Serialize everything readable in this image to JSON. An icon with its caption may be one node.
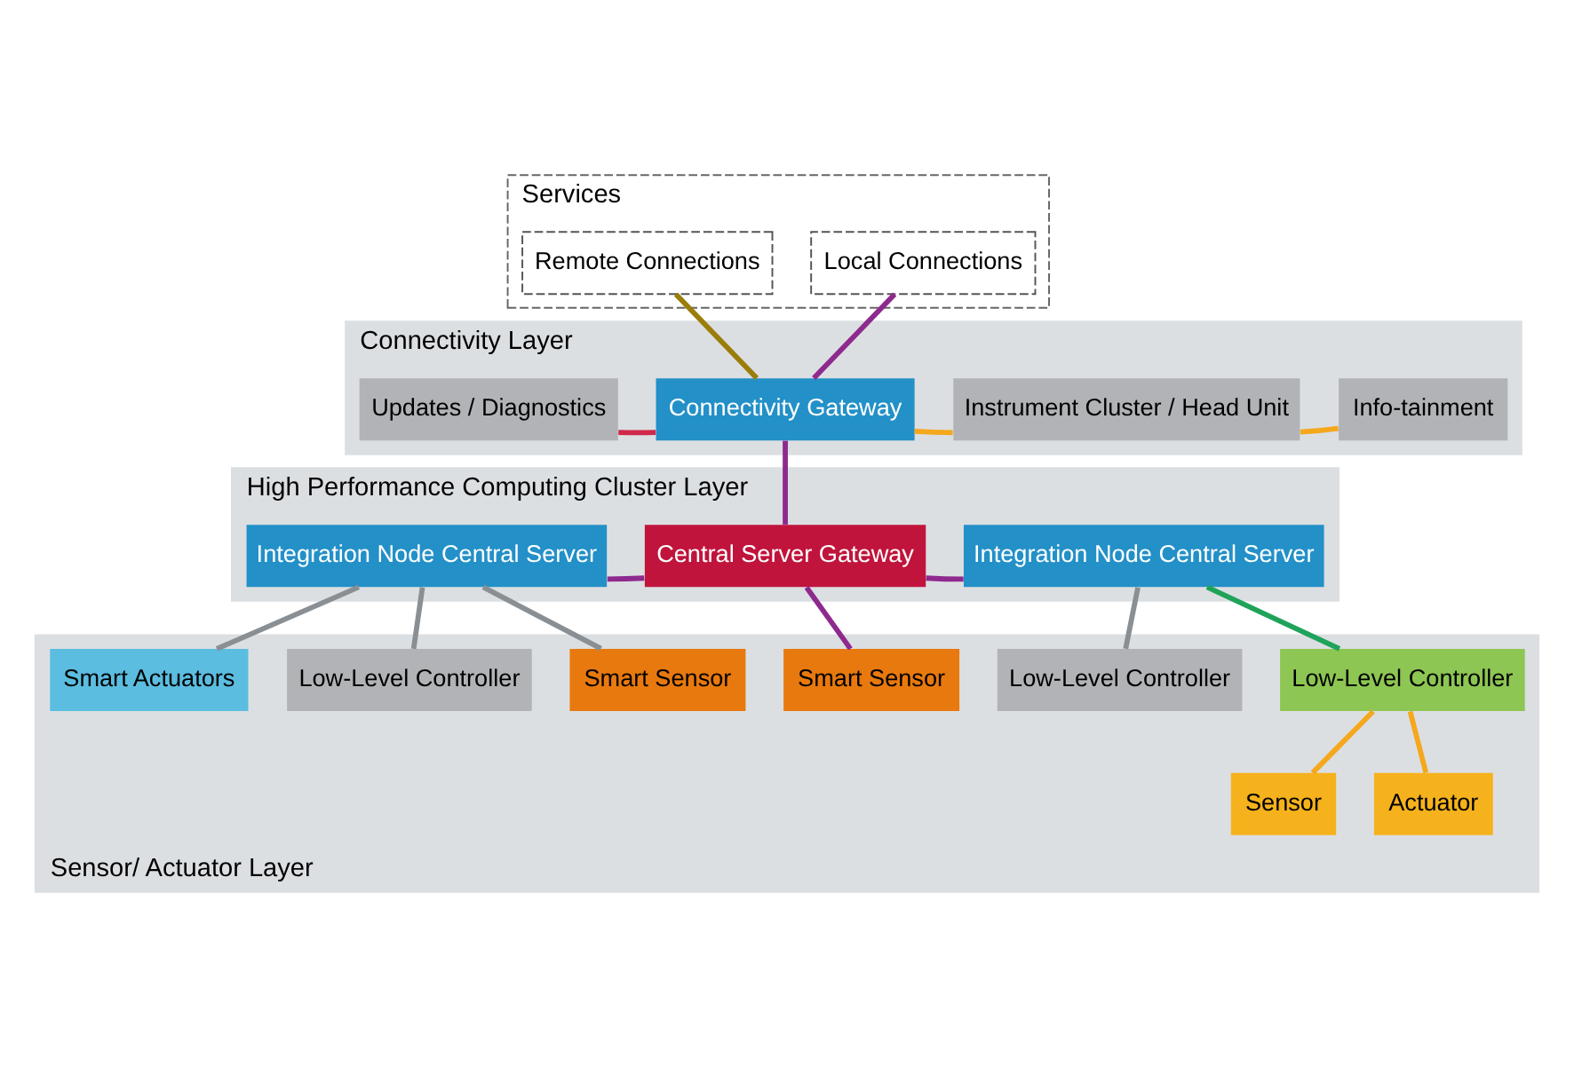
{
  "diagram": {
    "nodes": [
      {
        "text": [
          "Services"
        ]
      },
      {
        "text": [
          "Remote Connections"
        ],
        "in": 0
      },
      {
        "text": [
          "Local Connections"
        ],
        "in": 0
      },
      {
        "text": [
          "Connectivity Layer"
        ]
      },
      {
        "text": [
          "Updates / Diagnostics"
        ],
        "in": 3
      },
      {
        "text": [
          "Connectivity Gateway"
        ],
        "in": 3
      },
      {
        "text": [
          "Instrument Cluster / Head Unit"
        ],
        "in": 3
      },
      {
        "text": [
          "Info-tainment"
        ],
        "in": 3
      },
      {
        "text": [
          "High Performance Computing Cluster Layer"
        ]
      },
      {
        "text": [
          "Integration Node Central Server"
        ],
        "in": 8
      },
      {
        "text": [
          "Central Server Gateway"
        ],
        "in": 8
      },
      {
        "text": [
          "Integration Node Central Server"
        ],
        "in": 8
      },
      {
        "text": [
          "Sensor/ Actuator Layer"
        ]
      },
      {
        "text": [
          "Smart Actuators"
        ],
        "in": 12
      },
      {
        "text": [
          "Low-Level Controller"
        ],
        "in": 12
      },
      {
        "text": [
          "Smart Sensor"
        ],
        "in": 12
      },
      {
        "text": [
          "Smart Sensor"
        ],
        "in": 12
      },
      {
        "text": [
          "Low-Level Controller"
        ],
        "in": 12
      },
      {
        "text": [
          "Low-Level Controller"
        ],
        "in": 12
      },
      {
        "text": [
          "Sensor"
        ],
        "in": 12
      },
      {
        "text": [
          "Actuator"
        ],
        "in": 12
      }
    ],
    "edges": [
      {
        "from": 1,
        "to": 5,
        "arrow": "none",
        "color": "#9a7d0a"
      },
      {
        "from": 2,
        "to": 5,
        "arrow": "none"
      },
      {
        "from": 4,
        "to": 5,
        "arrow": "none",
        "color": "#d0284a"
      },
      {
        "from": 5,
        "to": 6,
        "arrow": "none",
        "color": "#f5a81c"
      },
      {
        "from": 6,
        "to": 7,
        "arrow": "none",
        "color": "#f5a81c"
      },
      {
        "from": 5,
        "to": 10,
        "arrow": "none"
      },
      {
        "from": 9,
        "to": 10,
        "arrow": "none"
      },
      {
        "from": 10,
        "to": 11,
        "arrow": "none"
      },
      {
        "from": 9,
        "to": 13,
        "arrow": "none",
        "color": "#8a8f94"
      },
      {
        "from": 9,
        "to": 14,
        "arrow": "none",
        "color": "#8a8f94"
      },
      {
        "from": 9,
        "to": 15,
        "arrow": "none",
        "color": "#8a8f94"
      },
      {
        "from": 10,
        "to": 16,
        "arrow": "none"
      },
      {
        "from": 11,
        "to": 17,
        "arrow": "none",
        "color": "#8a8f94"
      },
      {
        "from": 11,
        "to": 18,
        "arrow": "none",
        "color": "#1fa35a"
      },
      {
        "from": 18,
        "to": 19,
        "arrow": "none",
        "color": "#f5a81c"
      },
      {
        "from": 18,
        "to": 20,
        "arrow": "none",
        "color": "#f5a81c"
      }
    ]
  }
}
